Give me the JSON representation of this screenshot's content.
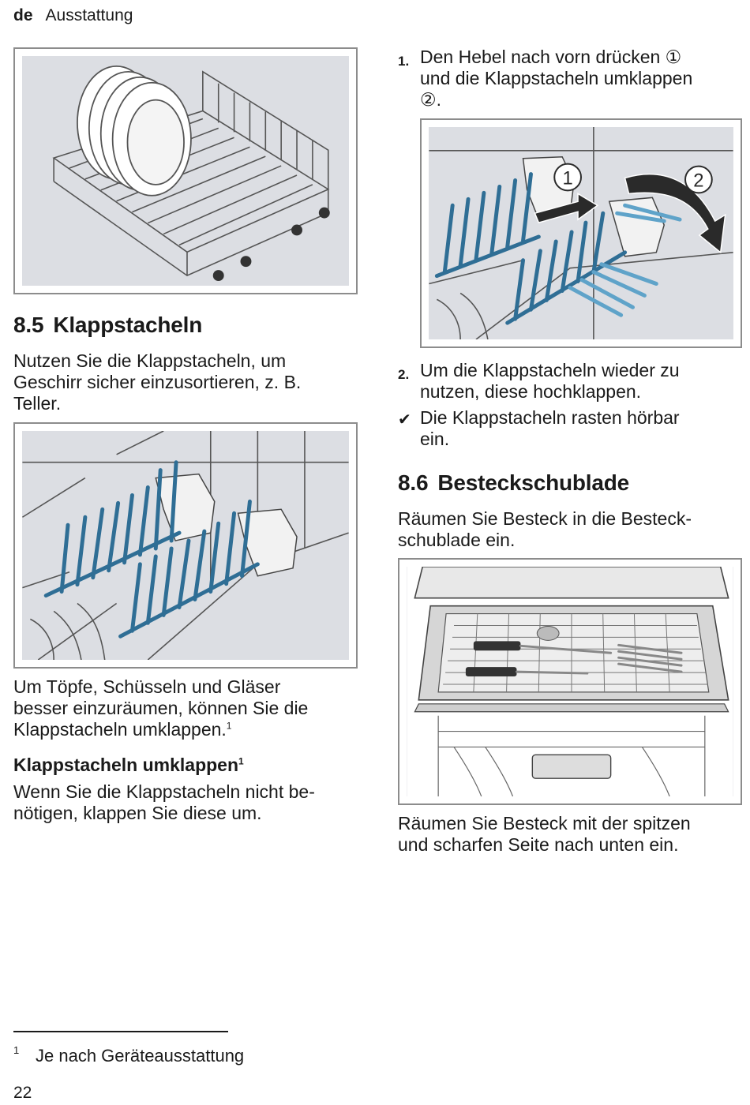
{
  "header": {
    "lang": "de",
    "section": "Ausstattung"
  },
  "section_85": {
    "number": "8.5",
    "title": "Klappstacheln",
    "intro_lines": [
      "Nutzen Sie die Klappstacheln, um",
      "Geschirr sicher einzusortieren, z. B.",
      "Teller."
    ],
    "body_lines": [
      "Um Töpfe, Schüsseln und Gläser",
      "besser einzuräumen, können Sie die",
      "Klappstacheln umklappen."
    ],
    "body_sup": "1",
    "subheading": "Klappstacheln umklappen",
    "subheading_sup": "1",
    "sub_lines": [
      "Wenn Sie die Klappstacheln nicht be-",
      "nötigen, klappen Sie diese um."
    ]
  },
  "steps": {
    "s1_marker": "1.",
    "s1_lines": [
      "Den Hebel nach vorn drücken ①",
      "und die Klappstacheln umklappen",
      "②."
    ],
    "s2_marker": "2.",
    "s2_lines": [
      "Um die Klappstacheln wieder zu",
      "nutzen, diese hochklappen."
    ],
    "result_marker": "✔",
    "result_lines": [
      "Die Klappstacheln rasten hörbar",
      "ein."
    ]
  },
  "figure_labels": {
    "callout_1": "1",
    "callout_2": "2"
  },
  "section_86": {
    "number": "8.6",
    "title": "Besteckschublade",
    "intro_lines": [
      "Räumen Sie Besteck in die Besteck-",
      "schublade ein."
    ],
    "outro_lines": [
      "Räumen Sie Besteck mit der spitzen",
      "und scharfen Seite nach unten ein."
    ]
  },
  "footnote": {
    "mark": "1",
    "text": "Je nach Geräteausstattung"
  },
  "page_number": "22",
  "colors": {
    "figure_bg": "#dcdee3",
    "tine_blue": "#2f6e95",
    "light_blue": "#5fa3c9",
    "frame": "#8c8c8c"
  }
}
